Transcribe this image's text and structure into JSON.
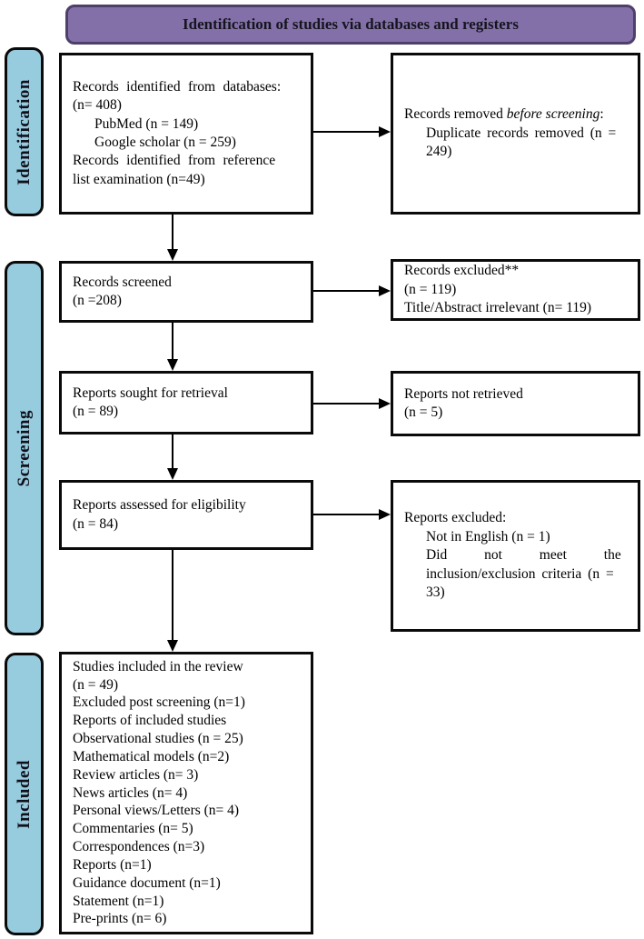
{
  "header": {
    "title": "Identification of studies via databases and registers"
  },
  "stages": {
    "identification": "Identification",
    "screening": "Screening",
    "included": "Included"
  },
  "colors": {
    "header_bg": "#8470a8",
    "header_border": "#4e3f6b",
    "stage_bg": "#97cbde"
  },
  "boxes": {
    "records_identified": {
      "lines": [
        "Records identified from databases:",
        "(n= 408)",
        "PubMed (n = 149)",
        "Google scholar (n = 259)",
        "Records identified from reference",
        "list examination (n=49)"
      ]
    },
    "records_removed": {
      "prefix": "Records removed ",
      "italic": "before screening",
      "suffix": ":",
      "lines": [
        "Duplicate records removed (n =",
        "249)"
      ]
    },
    "records_screened": {
      "lines": [
        "Records screened",
        "(n =208)"
      ]
    },
    "records_excluded": {
      "lines": [
        "Records excluded**",
        "(n = 119)",
        "Title/Abstract irrelevant (n= 119)"
      ]
    },
    "reports_sought": {
      "lines": [
        "Reports sought for retrieval",
        "(n = 89)"
      ]
    },
    "reports_not_retrieved": {
      "lines": [
        "Reports not retrieved",
        "(n = 5)"
      ]
    },
    "reports_assessed": {
      "lines": [
        "Reports assessed for eligibility",
        "(n = 84)"
      ]
    },
    "reports_excluded": {
      "lines": [
        "Reports excluded:",
        "Not in English (n = 1)",
        "Did not meet the",
        "inclusion/exclusion criteria (n =",
        "33)"
      ]
    },
    "studies_included": {
      "lines": [
        "Studies included in the review",
        "(n = 49)",
        "Excluded post screening (n=1)",
        "Reports of included studies",
        "Observational studies (n = 25)",
        "Mathematical models (n=2)",
        "Review articles (n= 3)",
        "News articles (n= 4)",
        "Personal views/Letters (n= 4)",
        "Commentaries (n= 5)",
        "Correspondences (n=3)",
        "Reports (n=1)",
        "Guidance document (n=1)",
        "Statement (n=1)",
        "Pre-prints (n= 6)"
      ]
    }
  }
}
